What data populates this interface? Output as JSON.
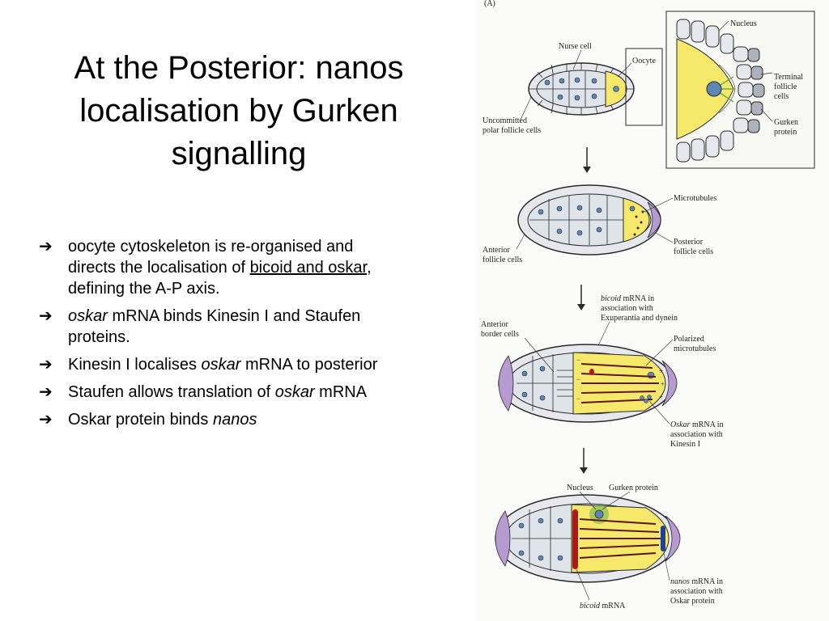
{
  "slide": {
    "title_lines": [
      "At the Posterior: nanos",
      "localisation by Gurken",
      "signalling"
    ],
    "bullet_marker": "➔",
    "bullets": [
      {
        "parts": [
          "oocyte cytoskeleton is re-organised and directs the localisation of ",
          "bicoid and oskar",
          ", defining the A-P axis."
        ]
      },
      {
        "parts": [
          "oskar",
          " mRNA binds Kinesin I and Staufen proteins."
        ]
      },
      {
        "parts": [
          "Kinesin I localises ",
          "oskar",
          " mRNA to posterior"
        ]
      },
      {
        "parts": [
          "Staufen allows translation of ",
          "oskar",
          " mRNA"
        ]
      },
      {
        "parts": [
          "Oskar protein binds ",
          "nanos"
        ]
      }
    ]
  },
  "figure": {
    "panel_label": "(A)",
    "labels": {
      "nurse_cell": "Nurse cell",
      "oocyte": "Oocyte",
      "uncommitted_1": "Uncommitted",
      "uncommitted_2": "polar follicle cells",
      "nucleus_top": "Nucleus",
      "terminal_1": "Terminal",
      "terminal_2": "follicle",
      "terminal_3": "cells",
      "gurken_1": "Gurken",
      "gurken_2": "protein",
      "microtubules": "Microtubules",
      "anterior_fc_1": "Anterior",
      "anterior_fc_2": "follicle cells",
      "posterior_fc_1": "Posterior",
      "posterior_fc_2": "follicle cells",
      "bicoid_assoc_1a": "bicoid",
      "bicoid_assoc_1b": " mRNA in",
      "bicoid_assoc_2": "association with",
      "bicoid_assoc_3": "Exuperantia and dynein",
      "anterior_bc_1": "Anterior",
      "anterior_bc_2": "border cells",
      "polarized_1": "Polarized",
      "polarized_2": "microtubules",
      "oskar_assoc_1a": "Oskar",
      "oskar_assoc_1b": " mRNA in",
      "oskar_assoc_2": "association with",
      "oskar_assoc_3": "Kinesin I",
      "nucleus_bottom": "Nucleus",
      "gurken_bottom": "Gurken protein",
      "nanos_assoc_1a": "nanos",
      "nanos_assoc_1b": " mRNA in",
      "nanos_assoc_2": "association with",
      "nanos_assoc_3": "Oskar protein",
      "bicoid_mrna_a": "bicoid",
      "bicoid_mrna_b": " mRNA",
      "minus": "−",
      "plus": "+"
    },
    "colors": {
      "cell_fill": "#e6e8ee",
      "egg_fill": "#dfe3ea",
      "oocyte_yellow": "#f6e86a",
      "nucleus_blue": "#5f86b4",
      "gurken_green": "#6ab04c",
      "follicle_purple": "#b59bd0",
      "bicoid_red": "#b5121b",
      "nanos_blue": "#1e3f9a",
      "line": "#2a2a2a"
    },
    "icons": [
      "down-arrow-icon"
    ]
  }
}
